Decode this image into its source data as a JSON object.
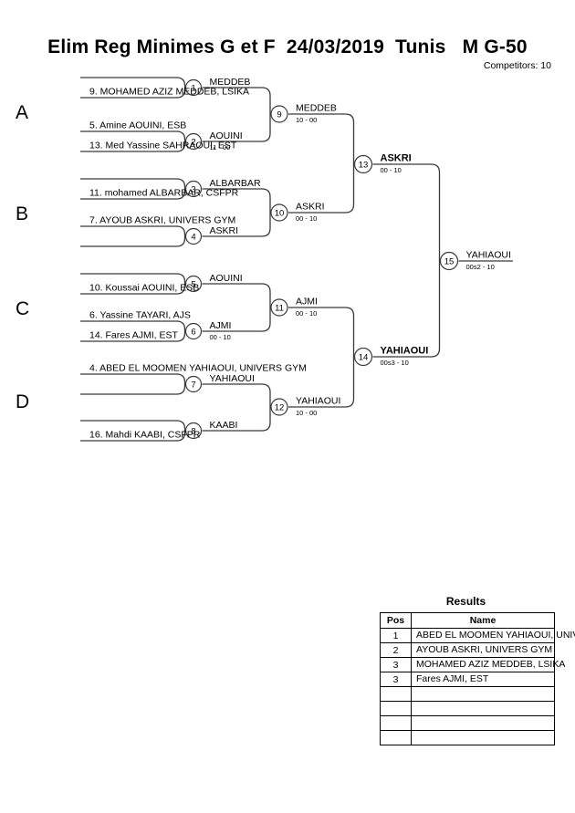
{
  "header": {
    "title": "Elim Reg Minimes G et F  24/03/2019  Tunis   M G-50",
    "competitors_label": "Competitors: 10"
  },
  "bracket": {
    "groups": [
      {
        "id": "A",
        "label": "A"
      },
      {
        "id": "B",
        "label": "B"
      },
      {
        "id": "C",
        "label": "C"
      },
      {
        "id": "D",
        "label": "D"
      }
    ],
    "round1": [
      {
        "num": "1",
        "group": "A",
        "top_entry": "",
        "bottom_entry": "9. MOHAMED AZIZ MEDDEB, LSIKA",
        "winner": "MEDDEB",
        "score": ""
      },
      {
        "num": "2",
        "group": "A",
        "top_entry": "5. Amine AOUINI, ESB",
        "bottom_entry": "13. Med Yassine SAHRAOUI, EST",
        "winner": "AOUINI",
        "score": "11 - 00"
      },
      {
        "num": "3",
        "group": "B",
        "top_entry": "",
        "bottom_entry": "11. mohamed ALBARBAR, CSFPR",
        "winner": "ALBARBAR",
        "score": ""
      },
      {
        "num": "4",
        "group": "B",
        "top_entry": "7. AYOUB ASKRI, UNIVERS GYM",
        "bottom_entry": "",
        "winner": "ASKRI",
        "score": ""
      },
      {
        "num": "5",
        "group": "C",
        "top_entry": "",
        "bottom_entry": "10. Koussai AOUINI, ESB",
        "winner": "AOUINI",
        "score": ""
      },
      {
        "num": "6",
        "group": "C",
        "top_entry": "6. Yassine TAYARI, AJS",
        "bottom_entry": "14. Fares AJMI, EST",
        "winner": "AJMI",
        "score": "00 - 10"
      },
      {
        "num": "7",
        "group": "D",
        "top_entry": "4. ABED EL MOOMEN YAHIAOUI, UNIVERS GYM",
        "bottom_entry": "",
        "winner": "YAHIAOUI",
        "score": ""
      },
      {
        "num": "8",
        "group": "D",
        "top_entry": "",
        "bottom_entry": "16. Mahdi KAABI, CSFPR",
        "winner": "KAABI",
        "score": ""
      }
    ],
    "round2": [
      {
        "num": "9",
        "winner": "MEDDEB",
        "score": "10 - 00",
        "bold": false
      },
      {
        "num": "10",
        "winner": "ASKRI",
        "score": "00 - 10",
        "bold": false
      },
      {
        "num": "11",
        "winner": "AJMI",
        "score": "00 - 10",
        "bold": false
      },
      {
        "num": "12",
        "winner": "YAHIAOUI",
        "score": "10 - 00",
        "bold": false
      }
    ],
    "round3": [
      {
        "num": "13",
        "winner": "ASKRI",
        "score": "00 - 10",
        "bold": true
      },
      {
        "num": "14",
        "winner": "YAHIAOUI",
        "score": "00s3 - 10",
        "bold": true
      }
    ],
    "final": [
      {
        "num": "15",
        "winner": "YAHIAOUI",
        "score": "00s2 - 10",
        "bold": false
      }
    ]
  },
  "results": {
    "title": "Results",
    "columns": [
      "Pos",
      "Name"
    ],
    "rows": [
      {
        "pos": "1",
        "name": "ABED EL MOOMEN YAHIAOUI, UNIVERS GYM"
      },
      {
        "pos": "2",
        "name": "AYOUB ASKRI, UNIVERS GYM"
      },
      {
        "pos": "3",
        "name": "MOHAMED AZIZ MEDDEB, LSIKA"
      },
      {
        "pos": "3",
        "name": "Fares AJMI, EST"
      },
      {
        "pos": "",
        "name": ""
      },
      {
        "pos": "",
        "name": ""
      },
      {
        "pos": "",
        "name": ""
      },
      {
        "pos": "",
        "name": ""
      }
    ]
  },
  "colors": {
    "line": "#3a3a3a",
    "text": "#000000",
    "background": "#ffffff"
  }
}
